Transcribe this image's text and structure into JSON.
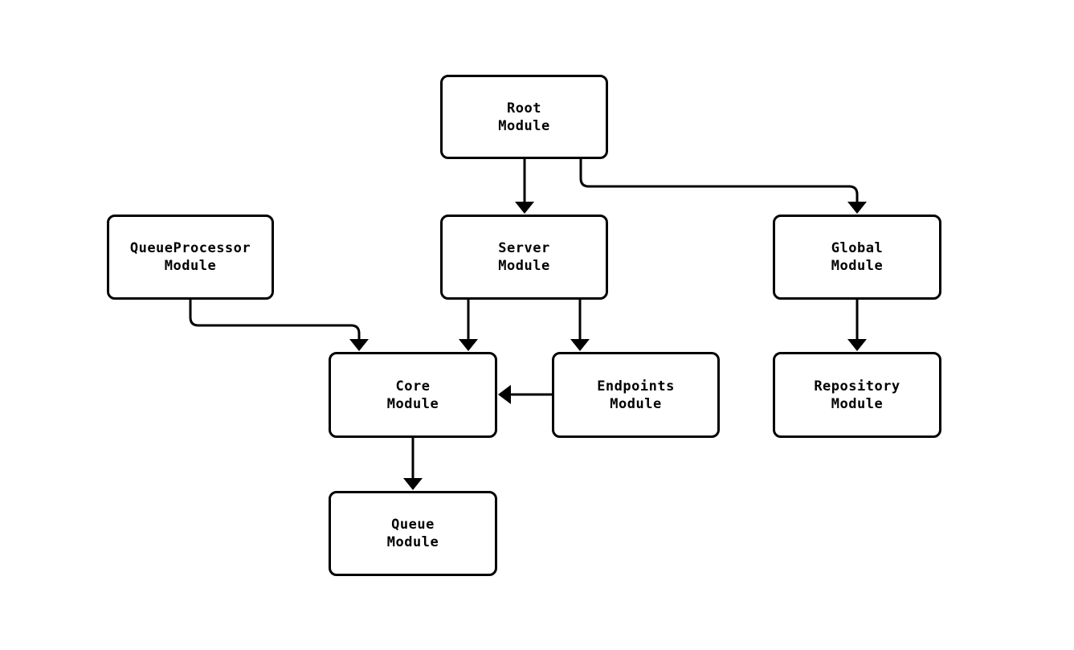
{
  "diagram": {
    "type": "module-dependency-flowchart",
    "background_color": "#ffffff",
    "node_border_color": "#000000",
    "node_fill_color": "#ffffff",
    "edge_color": "#000000",
    "text_color": "#000000",
    "nodes": {
      "root": {
        "label": "Root\nModule"
      },
      "queueprocessor": {
        "label": "QueueProcessor\nModule"
      },
      "server": {
        "label": "Server\nModule"
      },
      "global": {
        "label": "Global\nModule"
      },
      "core": {
        "label": "Core\nModule"
      },
      "endpoints": {
        "label": "Endpoints\nModule"
      },
      "repository": {
        "label": "Repository\nModule"
      },
      "queue": {
        "label": "Queue\nModule"
      }
    },
    "edges": [
      {
        "from": "root",
        "to": "server"
      },
      {
        "from": "root",
        "to": "global"
      },
      {
        "from": "queueprocessor",
        "to": "core"
      },
      {
        "from": "server",
        "to": "core"
      },
      {
        "from": "server",
        "to": "endpoints"
      },
      {
        "from": "endpoints",
        "to": "core"
      },
      {
        "from": "global",
        "to": "repository"
      },
      {
        "from": "core",
        "to": "queue"
      }
    ]
  }
}
